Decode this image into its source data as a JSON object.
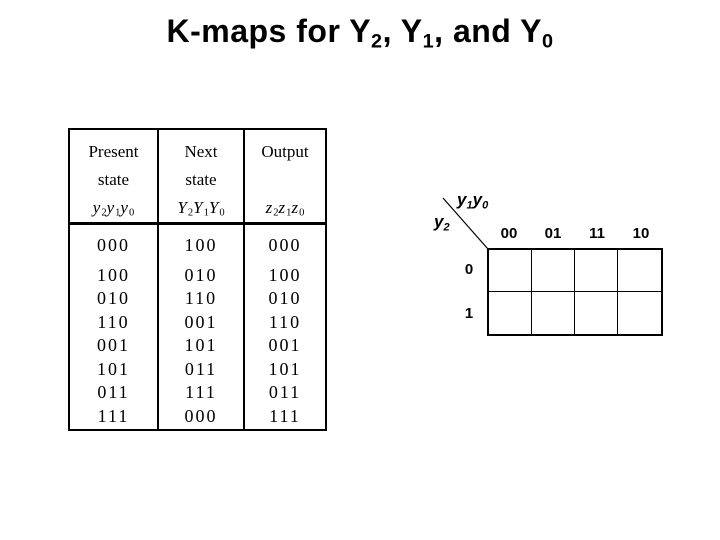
{
  "title": {
    "segments": [
      {
        "t": "K-maps for Y"
      },
      {
        "sub": "2"
      },
      {
        "t": ", Y"
      },
      {
        "sub": "1"
      },
      {
        "t": ", and Y"
      },
      {
        "sub": "0"
      }
    ]
  },
  "state_table": {
    "columns": [
      {
        "id": "present",
        "line1": "Present",
        "line2": "state",
        "vars": [
          {
            "t": "y",
            "sub": "2"
          },
          {
            "t": "y",
            "sub": "1"
          },
          {
            "t": "y",
            "sub": "0"
          }
        ]
      },
      {
        "id": "next",
        "line1": "Next",
        "line2": "state",
        "vars": [
          {
            "t": "Y",
            "sub": "2"
          },
          {
            "t": "Y",
            "sub": "1"
          },
          {
            "t": "Y",
            "sub": "0"
          }
        ]
      },
      {
        "id": "output",
        "line1": "Output",
        "line2": "",
        "vars": [
          {
            "t": "z",
            "sub": "2"
          },
          {
            "t": "z",
            "sub": "1"
          },
          {
            "t": "z",
            "sub": "0"
          }
        ]
      }
    ],
    "rows": [
      {
        "present": "000",
        "next": "100",
        "output": "000"
      },
      {
        "present": "100",
        "next": "010",
        "output": "100"
      },
      {
        "present": "010",
        "next": "110",
        "output": "010"
      },
      {
        "present": "110",
        "next": "001",
        "output": "110"
      },
      {
        "present": "001",
        "next": "101",
        "output": "001"
      },
      {
        "present": "101",
        "next": "011",
        "output": "101"
      },
      {
        "present": "011",
        "next": "111",
        "output": "011"
      },
      {
        "present": "111",
        "next": "000",
        "output": "111"
      }
    ]
  },
  "kmap": {
    "col_var_segments": [
      {
        "t": "y",
        "sub": "1"
      },
      {
        "t": "y",
        "sub": "0"
      }
    ],
    "row_var_segments": [
      {
        "t": "y",
        "sub": "2"
      }
    ],
    "col_labels": [
      "00",
      "01",
      "11",
      "10"
    ],
    "row_labels": [
      "0",
      "1"
    ],
    "cells": [
      [
        "",
        "",
        "",
        ""
      ],
      [
        "",
        "",
        "",
        ""
      ]
    ]
  },
  "colors": {
    "text": "#000000",
    "background": "#ffffff"
  }
}
